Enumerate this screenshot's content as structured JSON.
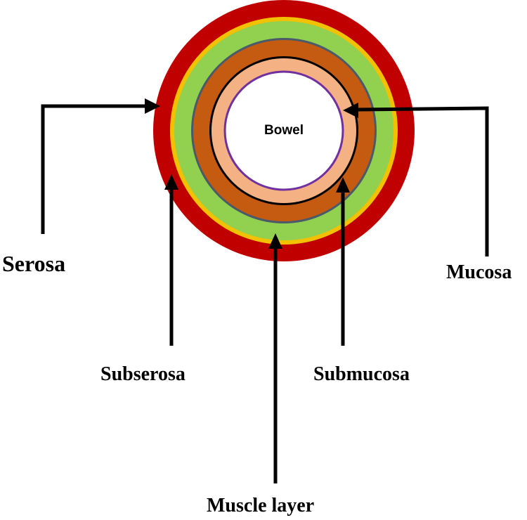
{
  "center_label": "Bowel",
  "layers": [
    {
      "name": "Serosa",
      "color": "#c00000"
    },
    {
      "name": "Subserosa",
      "color": "#f2c100"
    },
    {
      "name": "Muscle layer",
      "color": "#92d050"
    },
    {
      "name": "Submucosa",
      "color": "#c55a11"
    },
    {
      "name": "Mucosa",
      "color": "#f4b183"
    }
  ],
  "labels": {
    "serosa": "Serosa",
    "subserosa": "Subserosa",
    "muscle": "Muscle layer",
    "submucosa": "Submucosa",
    "mucosa": "Mucosa"
  },
  "colors": {
    "serosa": "#c00000",
    "subserosa_border": "#f2c100",
    "muscle_layer": "#92d050",
    "muscle_inner_border": "#4a5a6a",
    "submucosa": "#c55a11",
    "submucosa_inner_border": "#000000",
    "mucosa": "#f4b183",
    "lumen": "#ffffff",
    "lumen_border": "#7030a0"
  }
}
